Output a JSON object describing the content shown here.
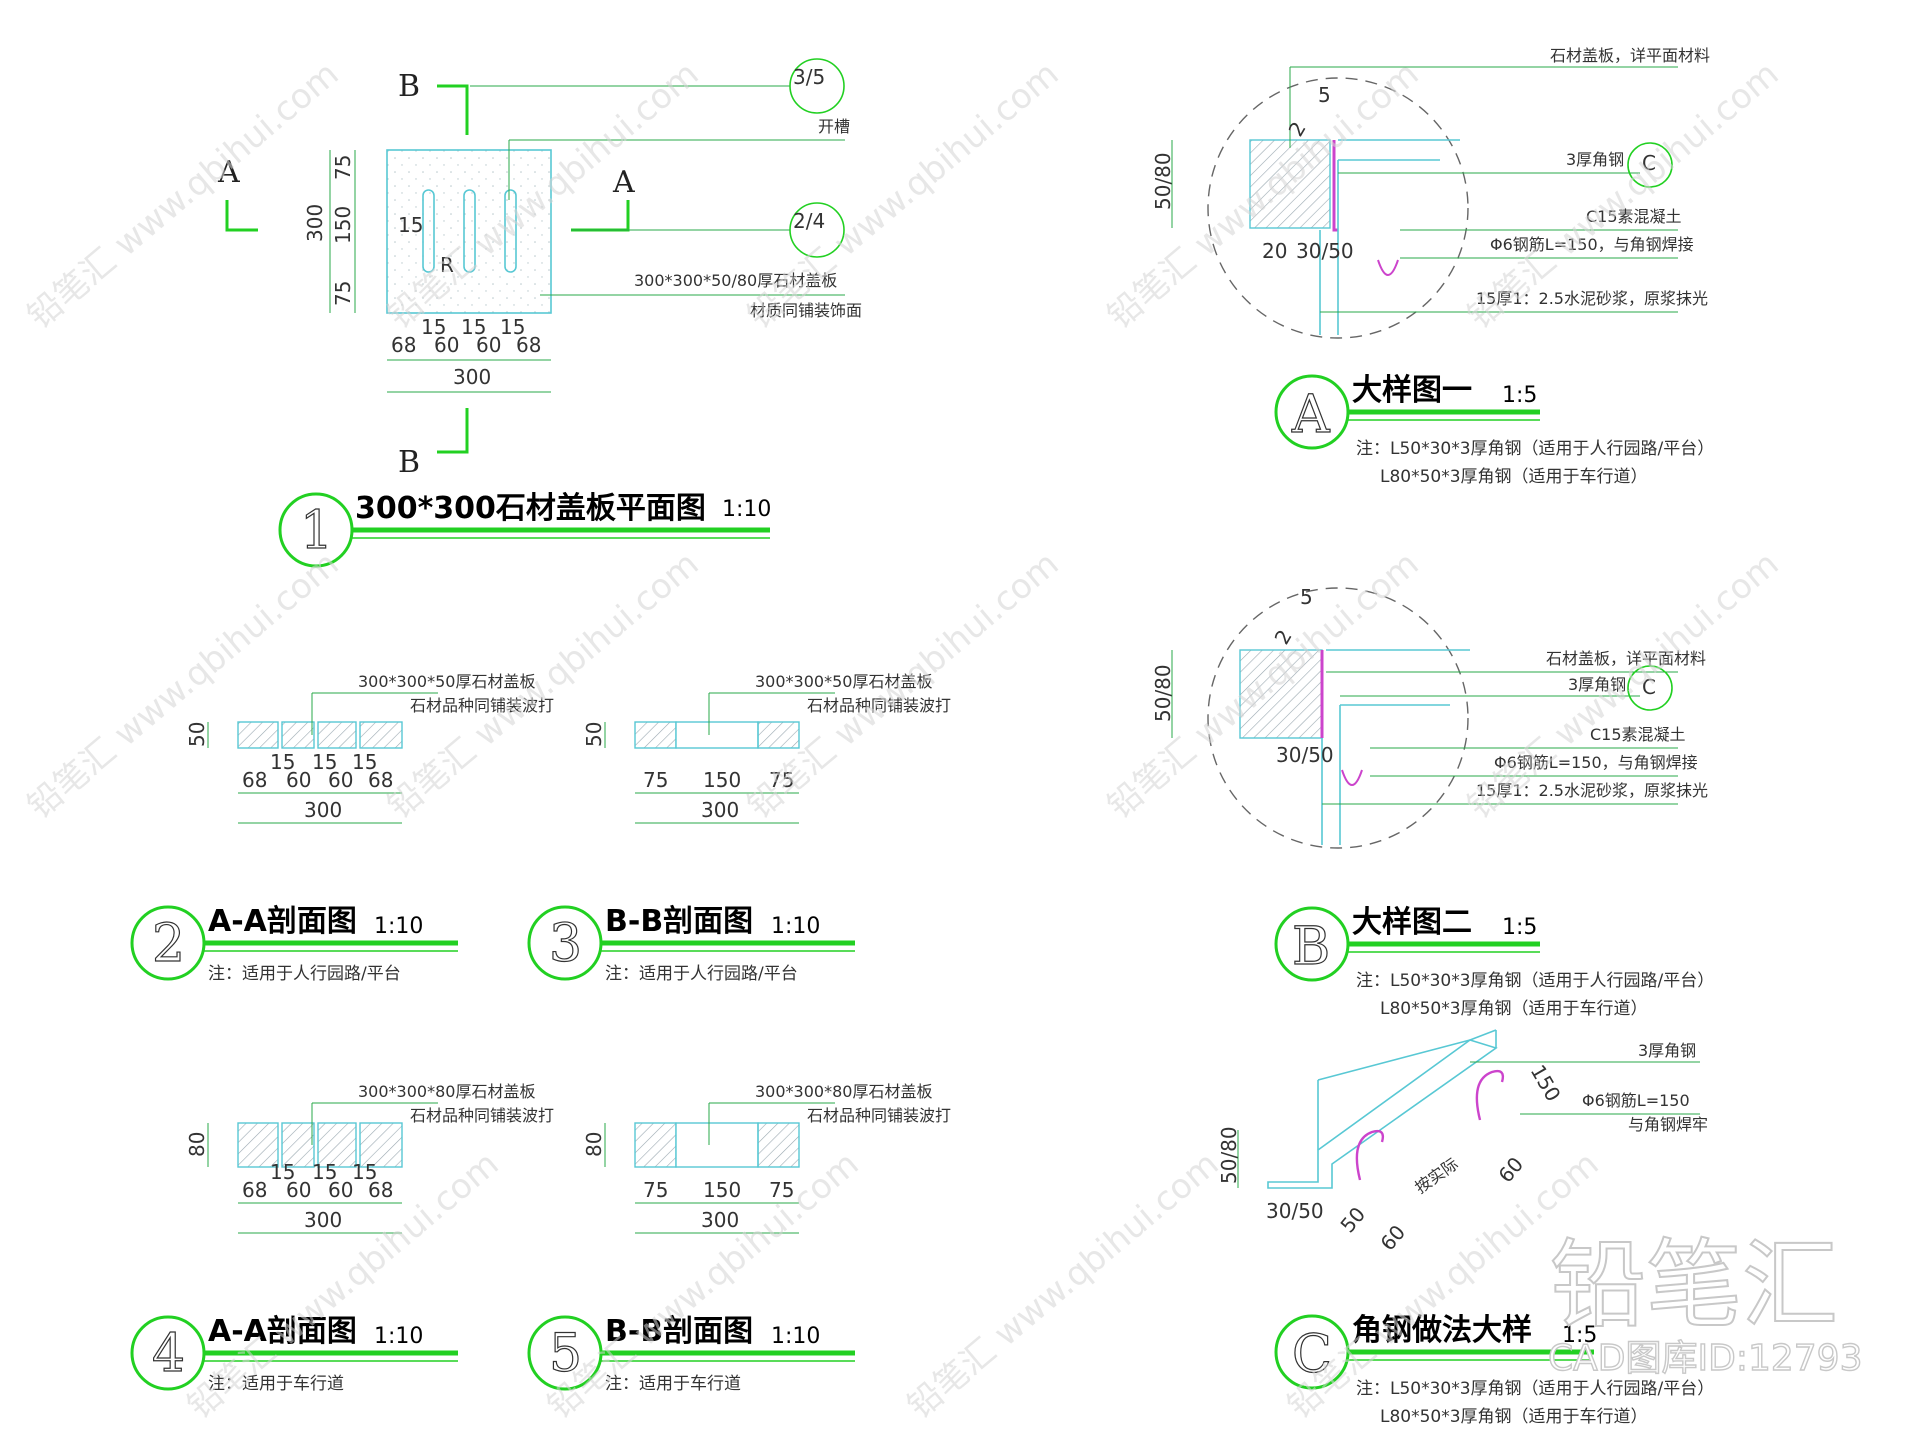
{
  "colors": {
    "accent_green": "#22d022",
    "cyan": "#58c8d4",
    "magenta": "#cc44cc",
    "ink": "#333333"
  },
  "plan": {
    "title": "300*300石材盖板平面图",
    "scale": "1:10",
    "number": "1",
    "section_a": "A",
    "section_b": "B",
    "callouts": {
      "top": "3/5",
      "mid": "2/4"
    },
    "labels": {
      "slot": "开槽",
      "slab": "300*300*50/80厚石材盖板",
      "finish": "材质同铺装饰面"
    },
    "dims": {
      "v_top": "75",
      "v_mid": "150",
      "v_bot": "75",
      "v_total": "300",
      "h": [
        "68",
        "15",
        "60",
        "15",
        "60",
        "15",
        "68"
      ],
      "h_total": "300",
      "slot_w": "15",
      "radius": "R"
    }
  },
  "sections": [
    {
      "number": "2",
      "title": "A-A剖面图",
      "scale": "1:10",
      "note": "注：适用于人行园路/平台",
      "label1": "300*300*50厚石材盖板",
      "label2": "石材品种同铺装波打",
      "thickness": "50",
      "dims": [
        "68",
        "60",
        "60",
        "68"
      ],
      "gaps": [
        "15",
        "15",
        "15"
      ],
      "total": "300"
    },
    {
      "number": "3",
      "title": "B-B剖面图",
      "scale": "1:10",
      "note": "注：适用于人行园路/平台",
      "label1": "300*300*50厚石材盖板",
      "label2": "石材品种同铺装波打",
      "thickness": "50",
      "dims": [
        "75",
        "150",
        "75"
      ],
      "total": "300"
    },
    {
      "number": "4",
      "title": "A-A剖面图",
      "scale": "1:10",
      "note": "注：适用于车行道",
      "label1": "300*300*80厚石材盖板",
      "label2": "石材品种同铺装波打",
      "thickness": "80",
      "dims": [
        "68",
        "60",
        "60",
        "68"
      ],
      "gaps": [
        "15",
        "15",
        "15"
      ],
      "total": "300"
    },
    {
      "number": "5",
      "title": "B-B剖面图",
      "scale": "1:10",
      "note": "注：适用于车行道",
      "label1": "300*300*80厚石材盖板",
      "label2": "石材品种同铺装波打",
      "thickness": "80",
      "dims": [
        "75",
        "150",
        "75"
      ],
      "total": "300"
    }
  ],
  "details": [
    {
      "letter": "A",
      "title": "大样图一",
      "scale": "1:5",
      "note1": "注：L50*30*3厚角钢（适用于人行园路/平台）",
      "note2": "L80*50*3厚角钢（适用于车行道）",
      "labels": [
        "石材盖板，详平面材料",
        "3厚角钢",
        "C15素混凝土",
        "Φ6钢筋L=150，与角钢焊接",
        "15厚1：2.5水泥砂浆，原浆抹光"
      ],
      "callout": "C",
      "dims": {
        "gap": "5",
        "two": "2",
        "thick": "50/80",
        "a": "20",
        "b": "30/50"
      }
    },
    {
      "letter": "B",
      "title": "大样图二",
      "scale": "1:5",
      "note1": "注：L50*30*3厚角钢（适用于人行园路/平台）",
      "note2": "L80*50*3厚角钢（适用于车行道）",
      "labels": [
        "石材盖板，详平面材料",
        "3厚角钢",
        "C15素混凝土",
        "Φ6钢筋L=150，与角钢焊接",
        "15厚1：2.5水泥砂浆，原浆抹光"
      ],
      "callout": "C",
      "dims": {
        "gap": "5",
        "two": "2",
        "thick": "50/80",
        "b": "30/50"
      }
    },
    {
      "letter": "C",
      "title": "角钢做法大样",
      "scale": "1:5",
      "note1": "注：L50*30*3厚角钢（适用于人行园路/平台）",
      "note2": "L80*50*3厚角钢（适用于车行道）",
      "labels": [
        "3厚角钢",
        "Φ6钢筋L=150",
        "与角钢焊牢",
        "按实际"
      ],
      "dims": {
        "thick": "50/80",
        "base": "30/50",
        "d150": "150",
        "d60a": "60",
        "d50": "50",
        "d60b": "60"
      }
    }
  ],
  "watermark": {
    "brand": "铅笔汇",
    "url": "www.qbihui.com",
    "id": "CAD图库ID:12793"
  }
}
